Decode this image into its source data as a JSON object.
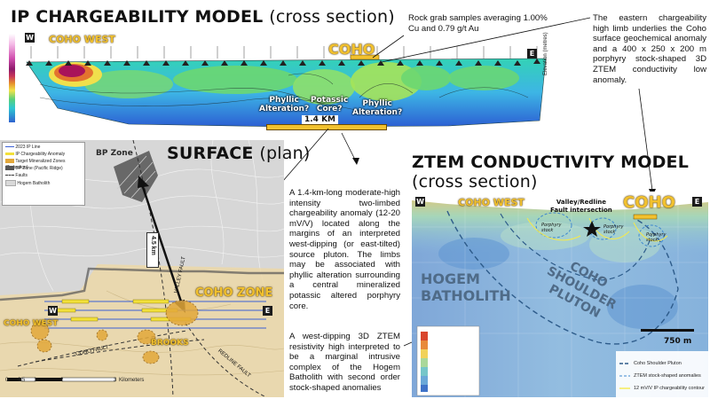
{
  "ip_model": {
    "title_bold": "IP CHARGEABILITY MODEL",
    "title_light": "(cross section)",
    "coho_west": "COHO WEST",
    "coho": "COHO",
    "west": "W",
    "east": "E",
    "elevation_axis": "Elevation (metres)",
    "labels": {
      "phyllic_left": "Phyllic\nAlteration?",
      "potassic": "Potassic\nCore?",
      "phyllic_right": "Phyllic\nAlteration?"
    },
    "scale": "1.4 KM"
  },
  "callouts": {
    "rock_grab": "Rock grab samples averaging 1.00% Cu and 0.79 g/t Au",
    "eastern_limb": "The eastern chargeability high limb underlies the Coho surface geochemical anomaly and a 400 x 250 x 200 m porphyry stock-shaped 3D ZTEM conductivity low anomaly.",
    "ip_anomaly": "A 1.4-km-long moderate-high intensity two-limbed chargeability anomaly (12-20 mV/V) located along the margins of an interpreted west-dipping (or east-tilted) source pluton. The limbs may be associated with phyllic alteration surrounding a central mineralized potassic altered porphyry core.",
    "ztem_high": "A west-dipping 3D ZTEM resistivity high interpreted to be a marginal intrusive complex of the Hogem Batholith with second order stock-shaped anomalies"
  },
  "surface": {
    "title_bold": "SURFACE",
    "title_light": "(plan)",
    "bp_zone": "BP Zone",
    "coho_zone": "COHO ZONE",
    "coho_west": "COHO WEST",
    "brooks": "BROOKS",
    "distance": "4.5 km",
    "valley_fault": "VALLEY FAULT",
    "coho_fault": "COHO FAULT",
    "redline_fault": "REDLINE FAULT",
    "west": "W",
    "east": "E",
    "legend": [
      "2023 IP Line",
      "IP Chargeability Anomaly",
      "Target Mineralized Zones (Tarbration)",
      "BP Zone (Pacific Ridge)",
      "Faults",
      "Hogem Batholith"
    ],
    "scale_ticks": [
      "0",
      "0.5",
      "1",
      "2",
      "3"
    ],
    "scale_unit": "Kilometers"
  },
  "ztem": {
    "title_bold": "ZTEM CONDUCTIVITY MODEL",
    "title_light": "(cross section)",
    "coho_west": "COHO WEST",
    "coho": "COHO",
    "west": "W",
    "east": "E",
    "fault_label": "Valley/Redline\nFault intersection",
    "porphyry_stock": "Porphyry\nstock",
    "hogem": "HOGEM\nBATHOLITH",
    "shoulder": "COHO\nSHOULDER\nPLUTON",
    "scale": "750 m",
    "legend": [
      "Coho Shoulder Pluton",
      "ZTEM stock-shaped anomalies",
      "12 mV/V IP chargeability contour"
    ]
  },
  "colors": {
    "coho_yellow": "#f2c12e",
    "ip_blue": "#2b6fd6",
    "ip_cyan": "#39c9de",
    "ip_green": "#5fd37a",
    "ip_magenta": "#b0226e",
    "ztem_blue": "#6fa3d6",
    "ztem_cyan": "#9fd3c8",
    "ztem_orange": "#e8c06e",
    "text_steel": "#4f6b88"
  }
}
